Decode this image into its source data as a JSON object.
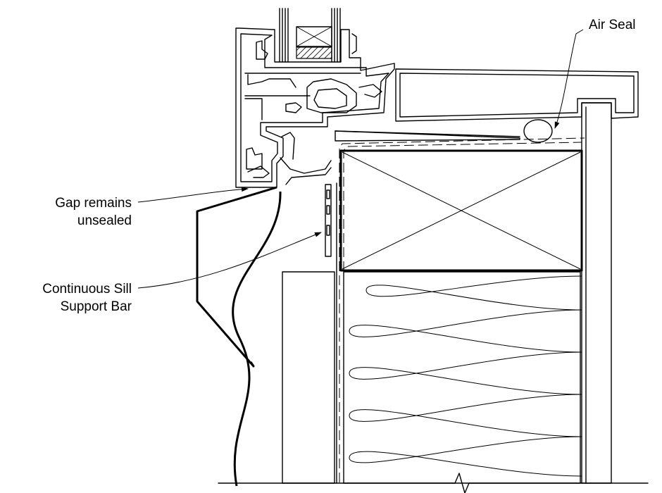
{
  "labels": {
    "air_seal": "Air Seal",
    "gap_line1": "Gap remains",
    "gap_line2": "unsealed",
    "sill_line1": "Continuous Sill",
    "sill_line2": "Support Bar"
  }
}
